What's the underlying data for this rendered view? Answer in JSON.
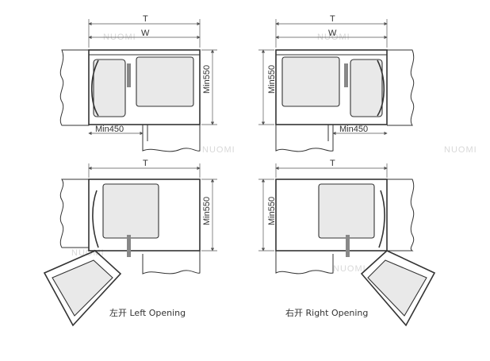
{
  "labels": {
    "total_width": "T",
    "opening_width": "W",
    "min_depth": "Min550",
    "min_side": "Min450"
  },
  "captions": {
    "left": "左开 Left Opening",
    "right": "右开 Right Opening"
  },
  "watermark": "NUOMI"
}
